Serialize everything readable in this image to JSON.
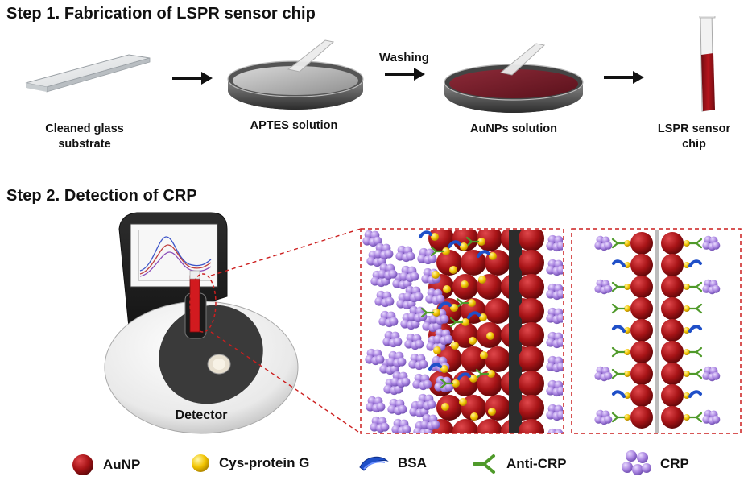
{
  "step1": {
    "title": "Step 1. Fabrication of LSPR sensor chip",
    "washing_label": "Washing",
    "items": [
      {
        "label": "Cleaned glass substrate"
      },
      {
        "label": "APTES solution"
      },
      {
        "label": "AuNPs solution"
      },
      {
        "label": "LSPR sensor chip"
      }
    ]
  },
  "step2": {
    "title": "Step 2. Detection of CRP",
    "detector_label": "Detector"
  },
  "legend": [
    {
      "label": "AuNP",
      "icon": "aunp-sphere-icon",
      "color": "#b01a1a"
    },
    {
      "label": "Cys-protein G",
      "icon": "cys-protein-g-icon",
      "color": "#f2c200"
    },
    {
      "label": "BSA",
      "icon": "bsa-icon",
      "color": "#1f4fc8"
    },
    {
      "label": "Anti-CRP",
      "icon": "anti-crp-icon",
      "color": "#4f9a2a"
    },
    {
      "label": "CRP",
      "icon": "crp-cluster-icon",
      "color": "#a984e0"
    }
  ],
  "colors": {
    "gold_solution": "#7a1c25",
    "zoom_border": "#cc1f1f",
    "accent_dark": "#222222"
  }
}
